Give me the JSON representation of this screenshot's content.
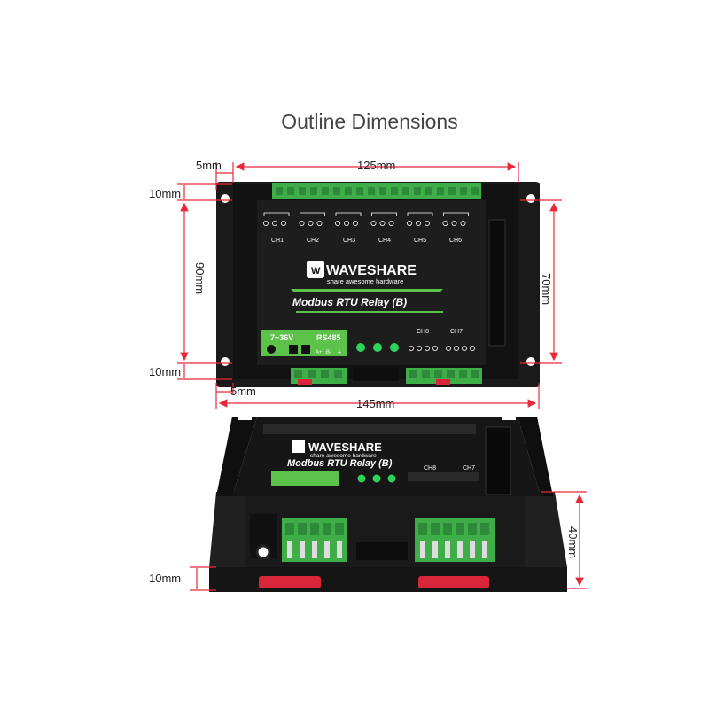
{
  "title": "Outline Dimensions",
  "dimensions": {
    "top_margin_width": "5mm",
    "body_width": "125mm",
    "top_height": "10mm",
    "body_height": "90mm",
    "inner_height": "70mm",
    "bottom_height": "10mm",
    "bottom_margin_width": "5mm",
    "total_width": "145mm",
    "depth": "40mm",
    "base_height": "10mm"
  },
  "device": {
    "brand": "WAVESHARE",
    "tagline": "share awesome hardware",
    "product": "Modbus RTU Relay (B)",
    "power_label": "7~36V",
    "bus_label": "RS485",
    "bus_pins": [
      "A+",
      "B-",
      "⏚"
    ],
    "channels_top": [
      "CH1",
      "CH2",
      "CH3",
      "CH4",
      "CH5",
      "CH6"
    ],
    "channels_bottom": [
      "CH8",
      "CH7"
    ]
  },
  "colors": {
    "dimension_line": "#e8293a",
    "terminal_green": "#3fae49",
    "label_green": "#5dc24a",
    "led_green": "#2fd25a",
    "enclosure": "#1c1c1c",
    "rail_clip": "#d9263b"
  }
}
